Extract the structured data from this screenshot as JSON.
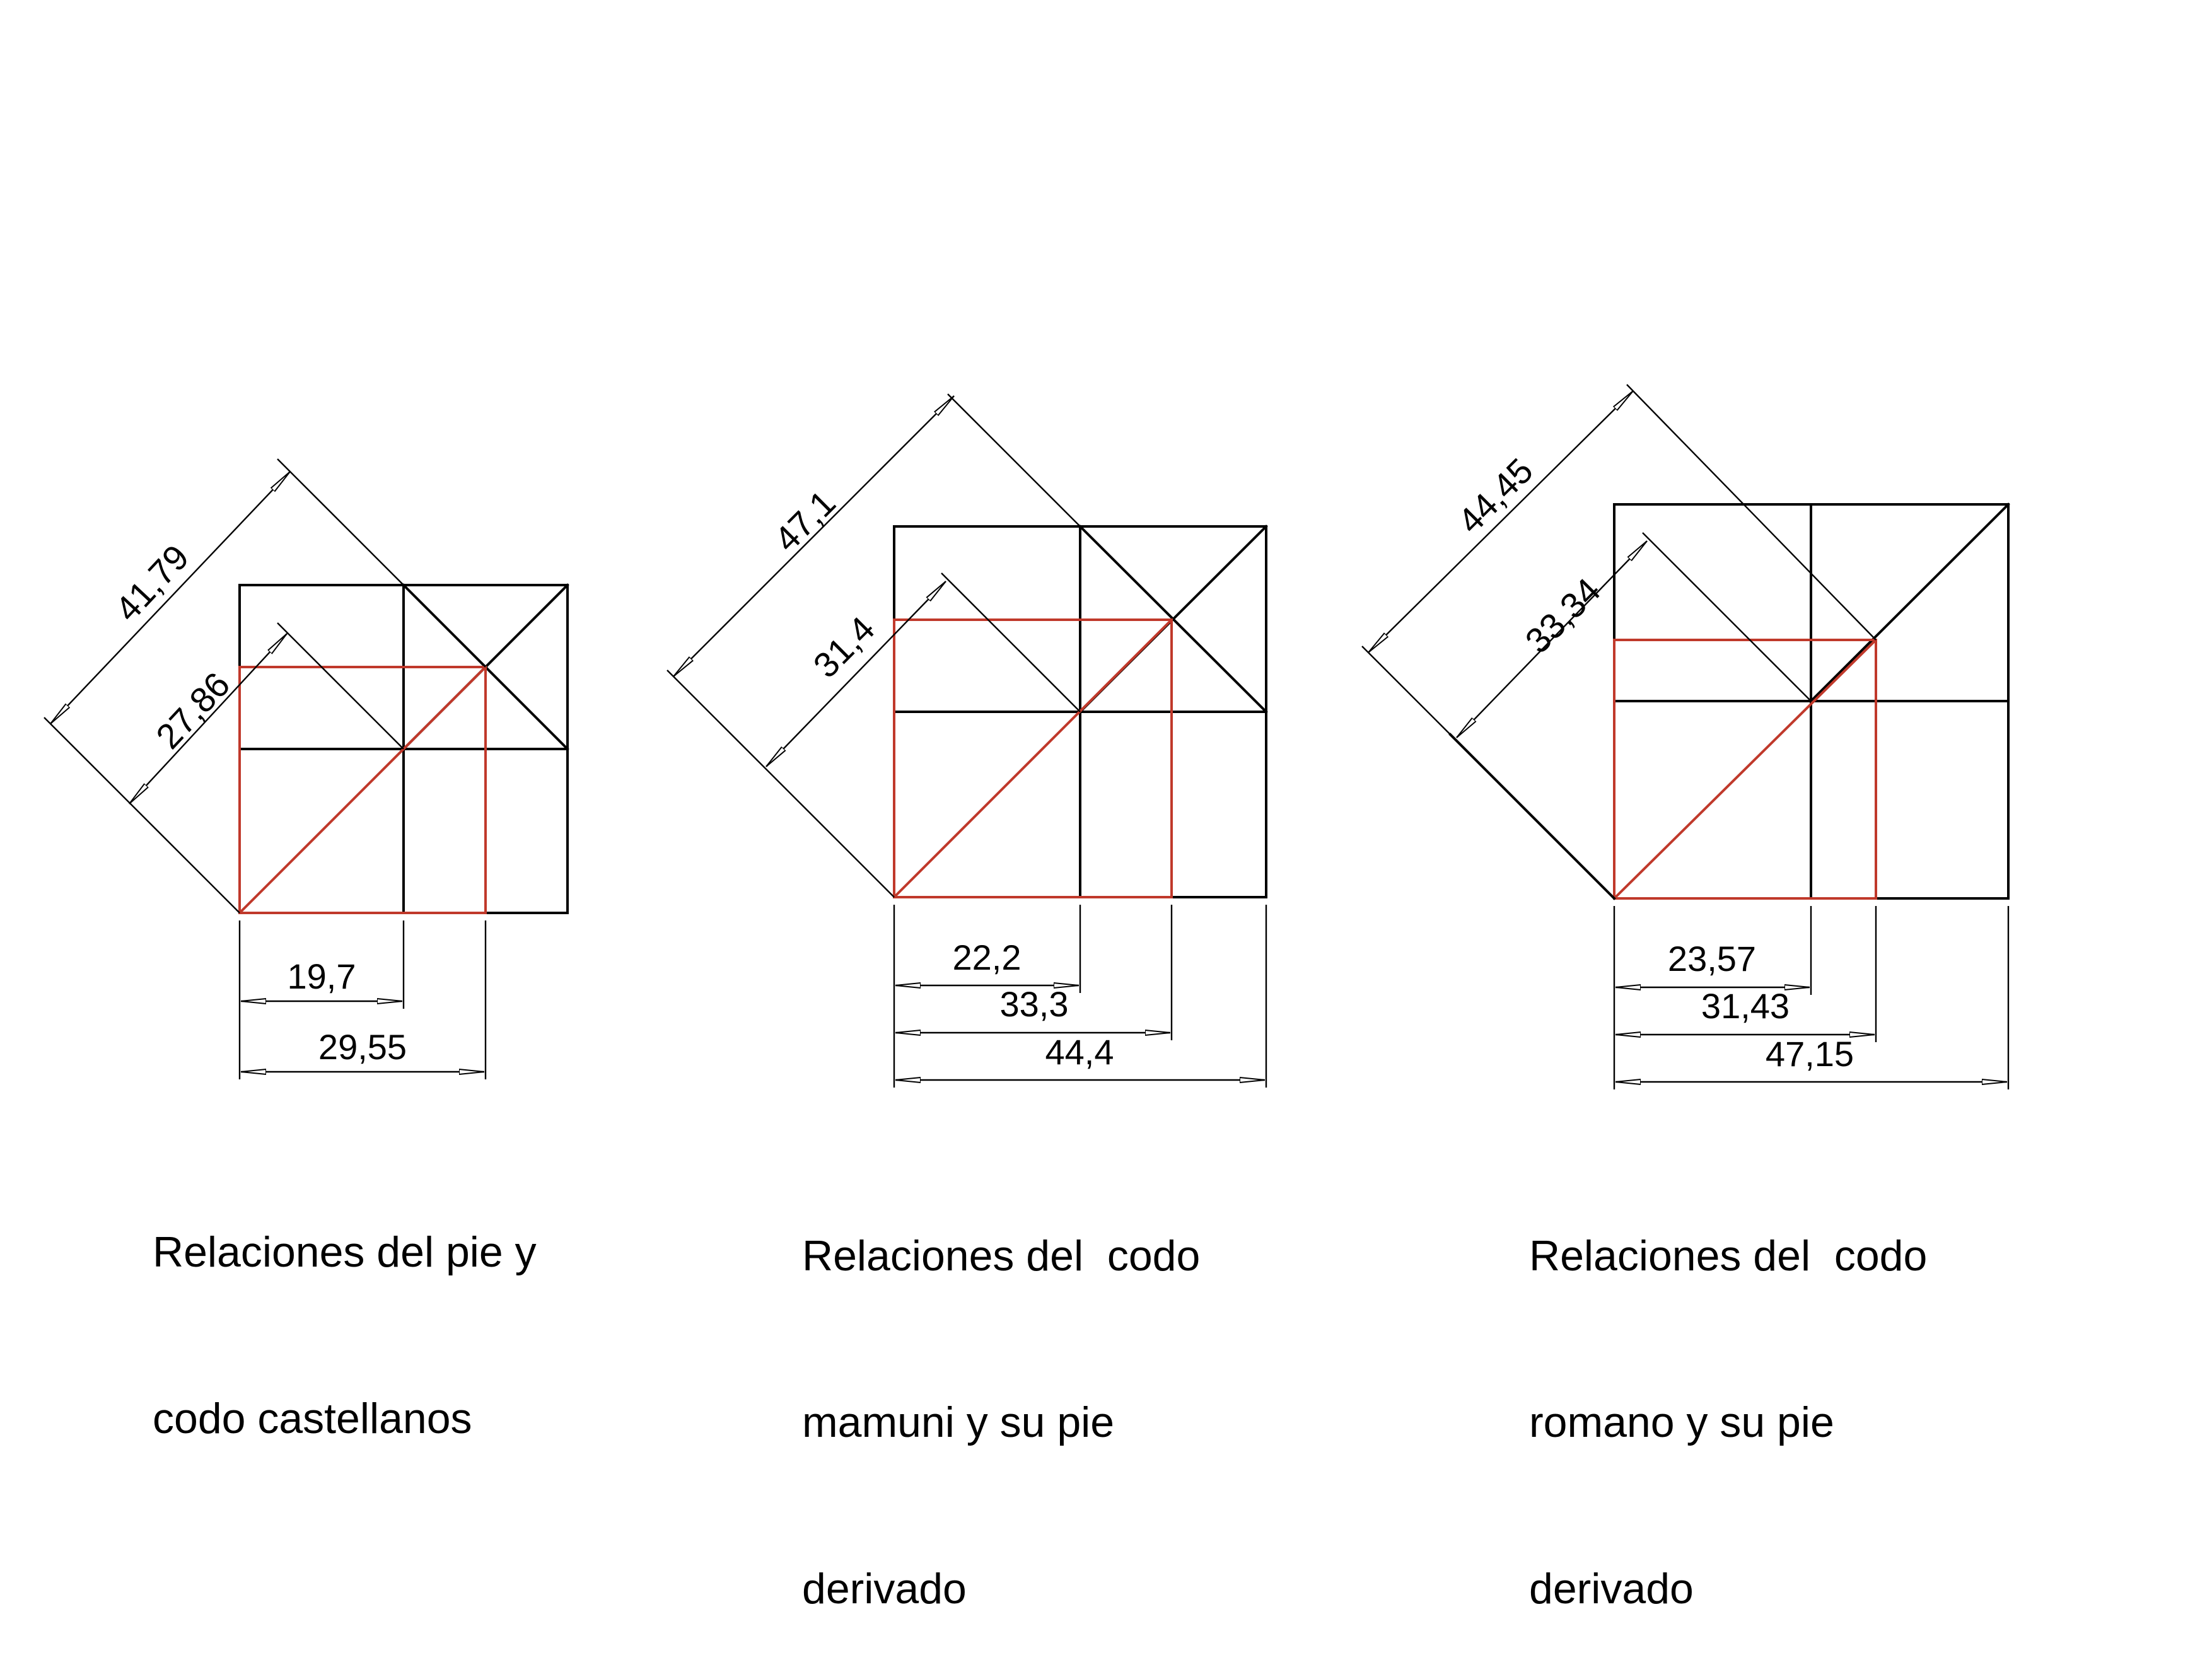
{
  "panels": [
    {
      "id": "castellano",
      "caption": [
        "Relaciones del pie y",
        "codo castellanos"
      ],
      "diag_labels": [
        "41,79",
        "27,86"
      ],
      "horiz_labels": [
        "19,7",
        "29,55"
      ]
    },
    {
      "id": "mamuni",
      "caption": [
        "Relaciones del  codo",
        "mamuni y su pie",
        "derivado"
      ],
      "diag_labels": [
        "47,1",
        "31,4"
      ],
      "horiz_labels": [
        "22,2",
        "33,3",
        "44,4"
      ]
    },
    {
      "id": "romano",
      "caption": [
        "Relaciones del  codo",
        "romano y su pie",
        "derivado"
      ],
      "diag_labels": [
        "44,45",
        "33,34"
      ],
      "horiz_labels": [
        "23,57",
        "31,43",
        "47,15"
      ]
    }
  ],
  "colors": {
    "black_lines": "#000000",
    "red_lines": "#c0392b"
  }
}
